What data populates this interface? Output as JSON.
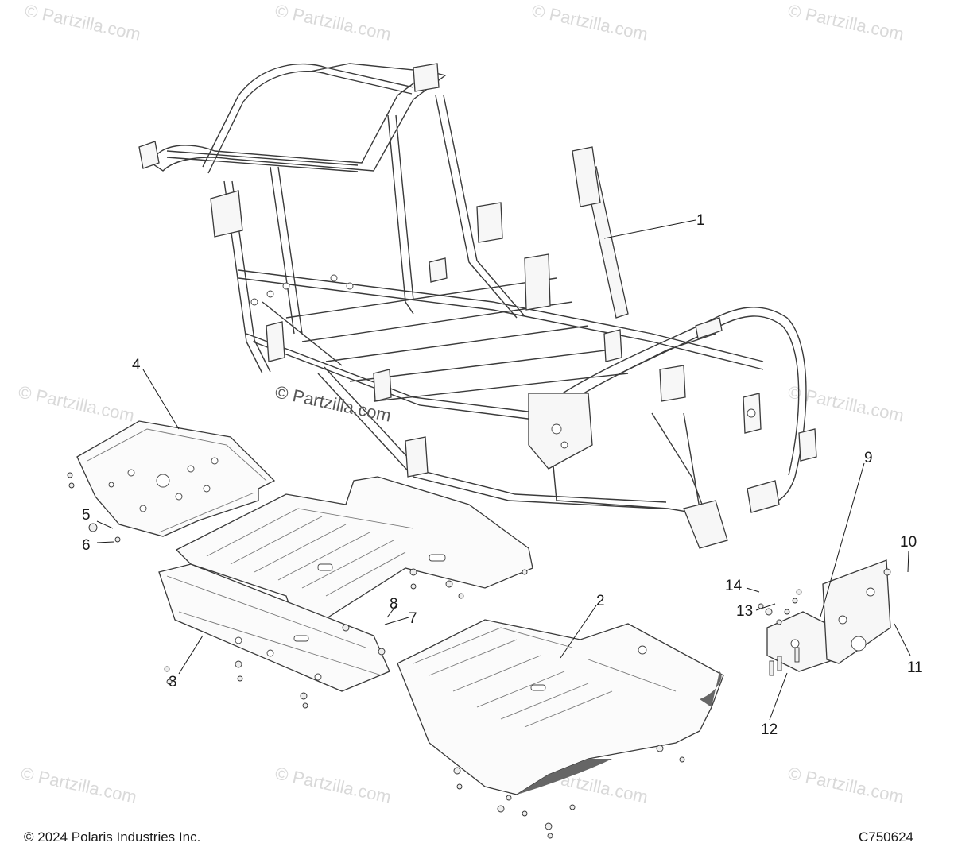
{
  "watermark": {
    "text": "© Partzilla.com",
    "center_text": "© Partzilla.com"
  },
  "callouts": [
    {
      "id": "callout-1",
      "label": "1"
    },
    {
      "id": "callout-2",
      "label": "2"
    },
    {
      "id": "callout-3",
      "label": "3"
    },
    {
      "id": "callout-4",
      "label": "4"
    },
    {
      "id": "callout-5",
      "label": "5"
    },
    {
      "id": "callout-6",
      "label": "6"
    },
    {
      "id": "callout-7",
      "label": "7"
    },
    {
      "id": "callout-8",
      "label": "8"
    },
    {
      "id": "callout-9",
      "label": "9"
    },
    {
      "id": "callout-10",
      "label": "10"
    },
    {
      "id": "callout-11",
      "label": "11"
    },
    {
      "id": "callout-12",
      "label": "12"
    },
    {
      "id": "callout-13",
      "label": "13"
    },
    {
      "id": "callout-14",
      "label": "14"
    }
  ],
  "footer": {
    "copyright": "© 2024 Polaris Industries Inc.",
    "drawing_id": "C750624"
  },
  "colors": {
    "line": "#3a3a3a",
    "watermark": "#d9d9d9",
    "background": "#ffffff"
  }
}
